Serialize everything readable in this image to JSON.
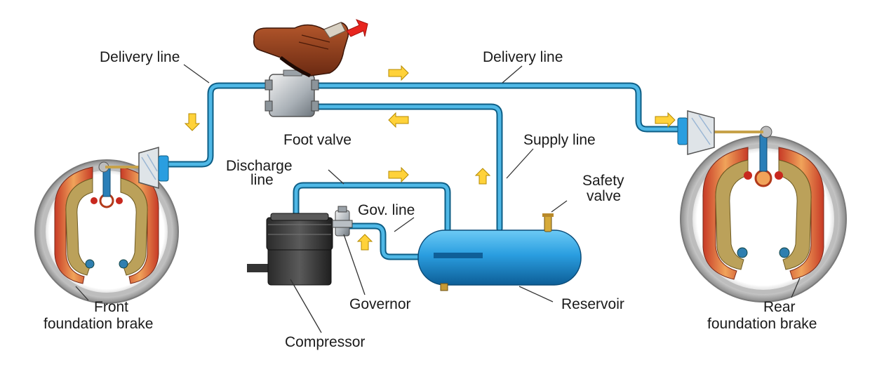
{
  "labels": {
    "delivery_line_left": "Delivery line",
    "delivery_line_right": "Delivery line",
    "foot_valve": "Foot valve",
    "supply_line": "Supply line",
    "discharge_line_1": "Discharge",
    "discharge_line_2": "line",
    "gov_line": "Gov. line",
    "safety_valve_1": "Safety",
    "safety_valve_2": "valve",
    "front_brake_1": "Front",
    "front_brake_2": "foundation brake",
    "governor": "Governor",
    "compressor": "Compressor",
    "reservoir": "Reservoir",
    "rear_brake_1": "Rear",
    "rear_brake_2": "foundation brake"
  },
  "colors": {
    "pipe": "#4fb8e6",
    "pipe_edge": "#0d5e86",
    "reservoir": "#2a9ee0",
    "flow_arrow": "#ffd23a",
    "press_arrow": "#e8251f",
    "boot": "#8a3b1c",
    "brake_lining": "#c8a24a"
  },
  "icons": {
    "press_indicator": "red-arrow-icon",
    "flow": "yellow-flow-arrow-icon"
  }
}
